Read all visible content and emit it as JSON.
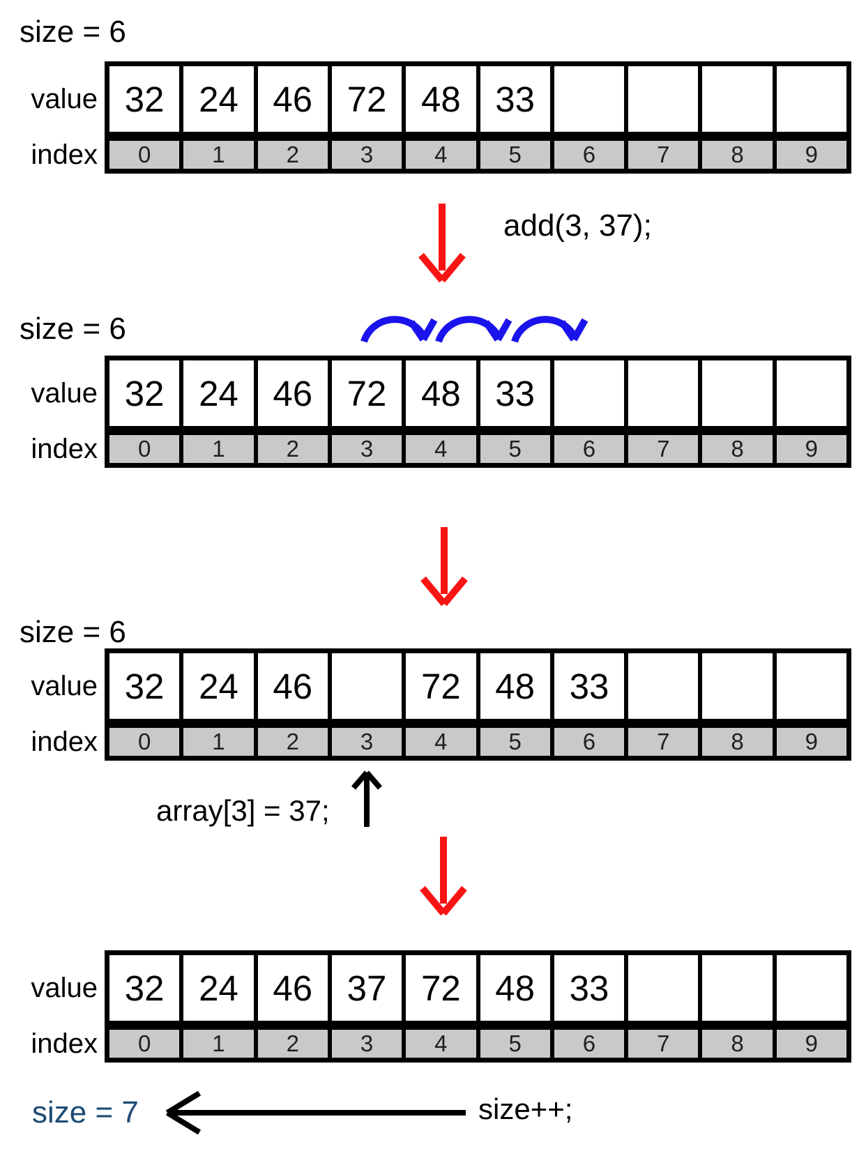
{
  "colors": {
    "red": "#f81414",
    "blue": "#1a13ec",
    "navy": "#1c4b73",
    "frame": "#000000",
    "cell_bg": "#ffffff",
    "index_bg": "#c9c9c9",
    "text": "#000000"
  },
  "row_labels": {
    "value": "value",
    "index": "index"
  },
  "steps": [
    {
      "size_label": "size = 6",
      "values": [
        "32",
        "24",
        "46",
        "72",
        "48",
        "33",
        "",
        "",
        "",
        ""
      ],
      "indices": [
        "0",
        "1",
        "2",
        "3",
        "4",
        "5",
        "6",
        "7",
        "8",
        "9"
      ]
    },
    {
      "size_label": "size = 6",
      "values": [
        "32",
        "24",
        "46",
        "72",
        "48",
        "33",
        "",
        "",
        "",
        ""
      ],
      "indices": [
        "0",
        "1",
        "2",
        "3",
        "4",
        "5",
        "6",
        "7",
        "8",
        "9"
      ]
    },
    {
      "size_label": "size = 6",
      "values": [
        "32",
        "24",
        "46",
        "",
        "72",
        "48",
        "33",
        "",
        "",
        ""
      ],
      "indices": [
        "0",
        "1",
        "2",
        "3",
        "4",
        "5",
        "6",
        "7",
        "8",
        "9"
      ]
    },
    {
      "size_label": "",
      "values": [
        "32",
        "24",
        "46",
        "37",
        "72",
        "48",
        "33",
        "",
        "",
        ""
      ],
      "indices": [
        "0",
        "1",
        "2",
        "3",
        "4",
        "5",
        "6",
        "7",
        "8",
        "9"
      ]
    }
  ],
  "annotations": {
    "add_call": "add(3, 37);",
    "assignment": "array[3] = 37;",
    "increment": "size++;",
    "final_size": "size = 7"
  },
  "icons": {
    "red-down-arrow": "red ↓ flow arrow",
    "shift-right-hops": "blue ↷↷↷ element shift arrows",
    "black-up-arrow": "black ↑ pointer to index 3",
    "black-left-arrow": "black ← arrow from size++ to size = 7"
  }
}
